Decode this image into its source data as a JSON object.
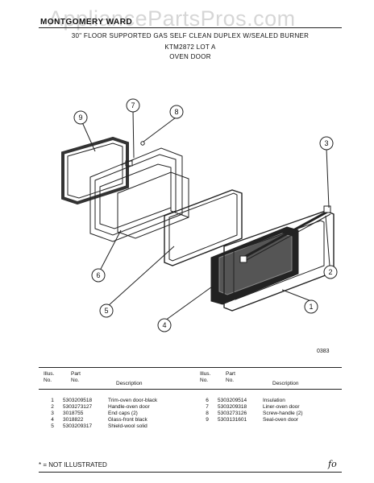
{
  "watermark": "AppliancePartsPros.com",
  "brand": "MONTGOMERY WARD",
  "title": {
    "line1": "30\" FLOOR SUPPORTED GAS SELF CLEAN DUPLEX W/SEALED BURNER",
    "line2": "KTM2872 LOT A",
    "line3": "OVEN DOOR"
  },
  "callouts": [
    "1",
    "2",
    "3",
    "4",
    "5",
    "6",
    "7",
    "8",
    "9"
  ],
  "drawing_code": "0383",
  "table_headers": {
    "illus": "Illus.",
    "no": "No.",
    "part": "Part",
    "part_no": "No.",
    "description": "Description"
  },
  "parts_left": [
    {
      "illus": "1",
      "part": "5303209518",
      "desc": "Trim-oven door-black"
    },
    {
      "illus": "2",
      "part": "5303273127",
      "desc": "Handle-oven door"
    },
    {
      "illus": "3",
      "part": "3018755",
      "desc": "End caps (2)"
    },
    {
      "illus": "4",
      "part": "3018822",
      "desc": "Glass-front black"
    },
    {
      "illus": "5",
      "part": "5303209317",
      "desc": "Shield-wool solid"
    }
  ],
  "parts_right": [
    {
      "illus": "6",
      "part": "5303209514",
      "desc": "Insulation"
    },
    {
      "illus": "7",
      "part": "5303209318",
      "desc": "Liner-oven door"
    },
    {
      "illus": "8",
      "part": "5303273126",
      "desc": "Screw-handle (2)"
    },
    {
      "illus": "9",
      "part": "5303131601",
      "desc": "Seal-oven door"
    }
  ],
  "footnote": "* = NOT ILLUSTRATED",
  "signature": "fo"
}
